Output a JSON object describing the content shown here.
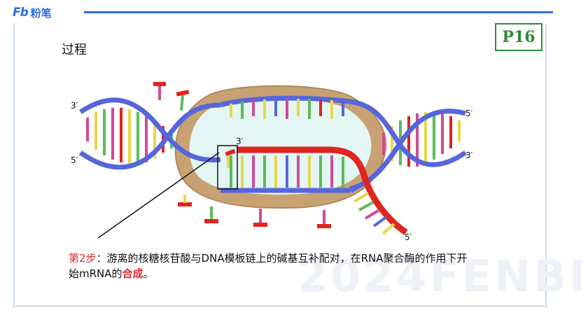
{
  "logo": {
    "mark": "Fb",
    "name": "粉笔"
  },
  "page_badge": "P16",
  "page_title": "过程",
  "watermark": "2024FENBI",
  "diagram": {
    "strand_labels": {
      "top_left": "3′",
      "bottom_left": "5′",
      "top_right": "5′",
      "bottom_right": "3′",
      "rna_start": "3′",
      "rna_end": "5′"
    }
  },
  "caption": {
    "step_label": "第2步",
    "text_main": "：游离的核糖核苷酸与DNA模板链上的碱基互补配对，在RNA聚合酶的作用下开始mRNA的",
    "text_emph": "合成",
    "text_end": "。"
  },
  "colors": {
    "accent_blue": "#2d6fe0",
    "badge_green": "#2f8a39",
    "dna_strand": "#5566dd",
    "rna_strand": "#e0241e",
    "polymerase": "#c9a273",
    "bubble_interior": "#e4f6f4",
    "caption_red": "#d9282a"
  }
}
